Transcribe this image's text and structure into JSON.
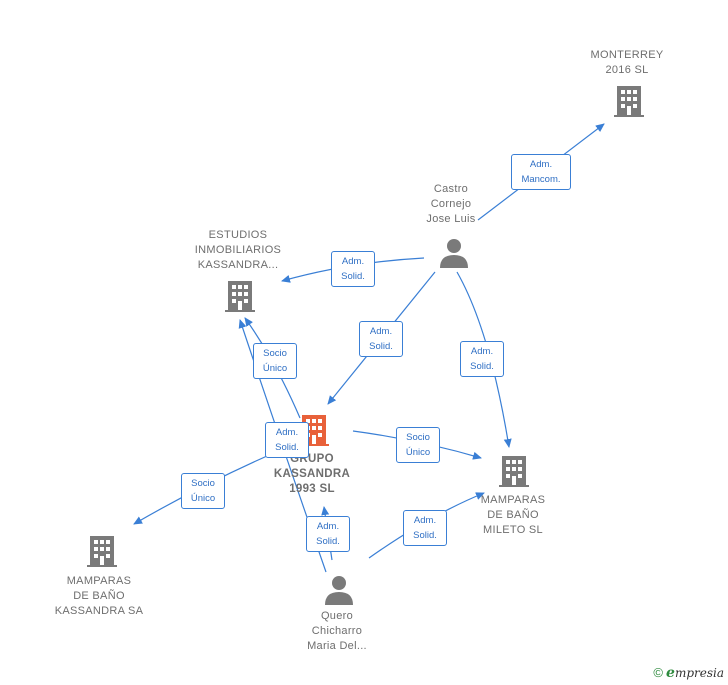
{
  "colors": {
    "edge": "#3a7fd5",
    "company": "#7a7a7a",
    "center": "#e8613a",
    "person": "#7a7a7a"
  },
  "nodes": {
    "monterrey": {
      "label": "MONTERREY\n2016  SL",
      "icon": "building-icon"
    },
    "castro": {
      "label": "Castro\nCornejo\nJose Luis",
      "icon": "person-icon"
    },
    "estudios": {
      "label": "ESTUDIOS\nINMOBILIARIOS\nKASSANDRA...",
      "icon": "building-icon"
    },
    "grupo": {
      "label": "GRUPO\nKASSANDRA\n1993  SL",
      "icon": "building-icon"
    },
    "mileto": {
      "label": "MAMPARAS\nDE BAÑO\nMILETO SL",
      "icon": "building-icon"
    },
    "kassandra_sa": {
      "label": "MAMPARAS\nDE BAÑO\nKASSANDRA SA",
      "icon": "building-icon"
    },
    "quero": {
      "label": "Quero\nChicharro\nMaria Del...",
      "icon": "person-icon"
    }
  },
  "edges": [
    {
      "id": "castro-monterrey",
      "label": "Adm.\nMancom."
    },
    {
      "id": "castro-estudios",
      "label": "Adm.\nSolid."
    },
    {
      "id": "castro-grupo",
      "label": "Adm.\nSolid."
    },
    {
      "id": "castro-mileto",
      "label": "Adm.\nSolid."
    },
    {
      "id": "grupo-estudios",
      "label": "Socio\nÚnico"
    },
    {
      "id": "quero-estudios",
      "label": "Adm.\nSolid."
    },
    {
      "id": "grupo-mileto",
      "label": "Socio\nÚnico"
    },
    {
      "id": "grupo-kassandra",
      "label": "Socio\nÚnico"
    },
    {
      "id": "quero-grupo",
      "label": "Adm.\nSolid."
    },
    {
      "id": "quero-mileto",
      "label": "Adm.\nSolid."
    }
  ],
  "footer": {
    "copyright": "©",
    "brand_initial": "e",
    "brand_rest": "mpresia"
  }
}
